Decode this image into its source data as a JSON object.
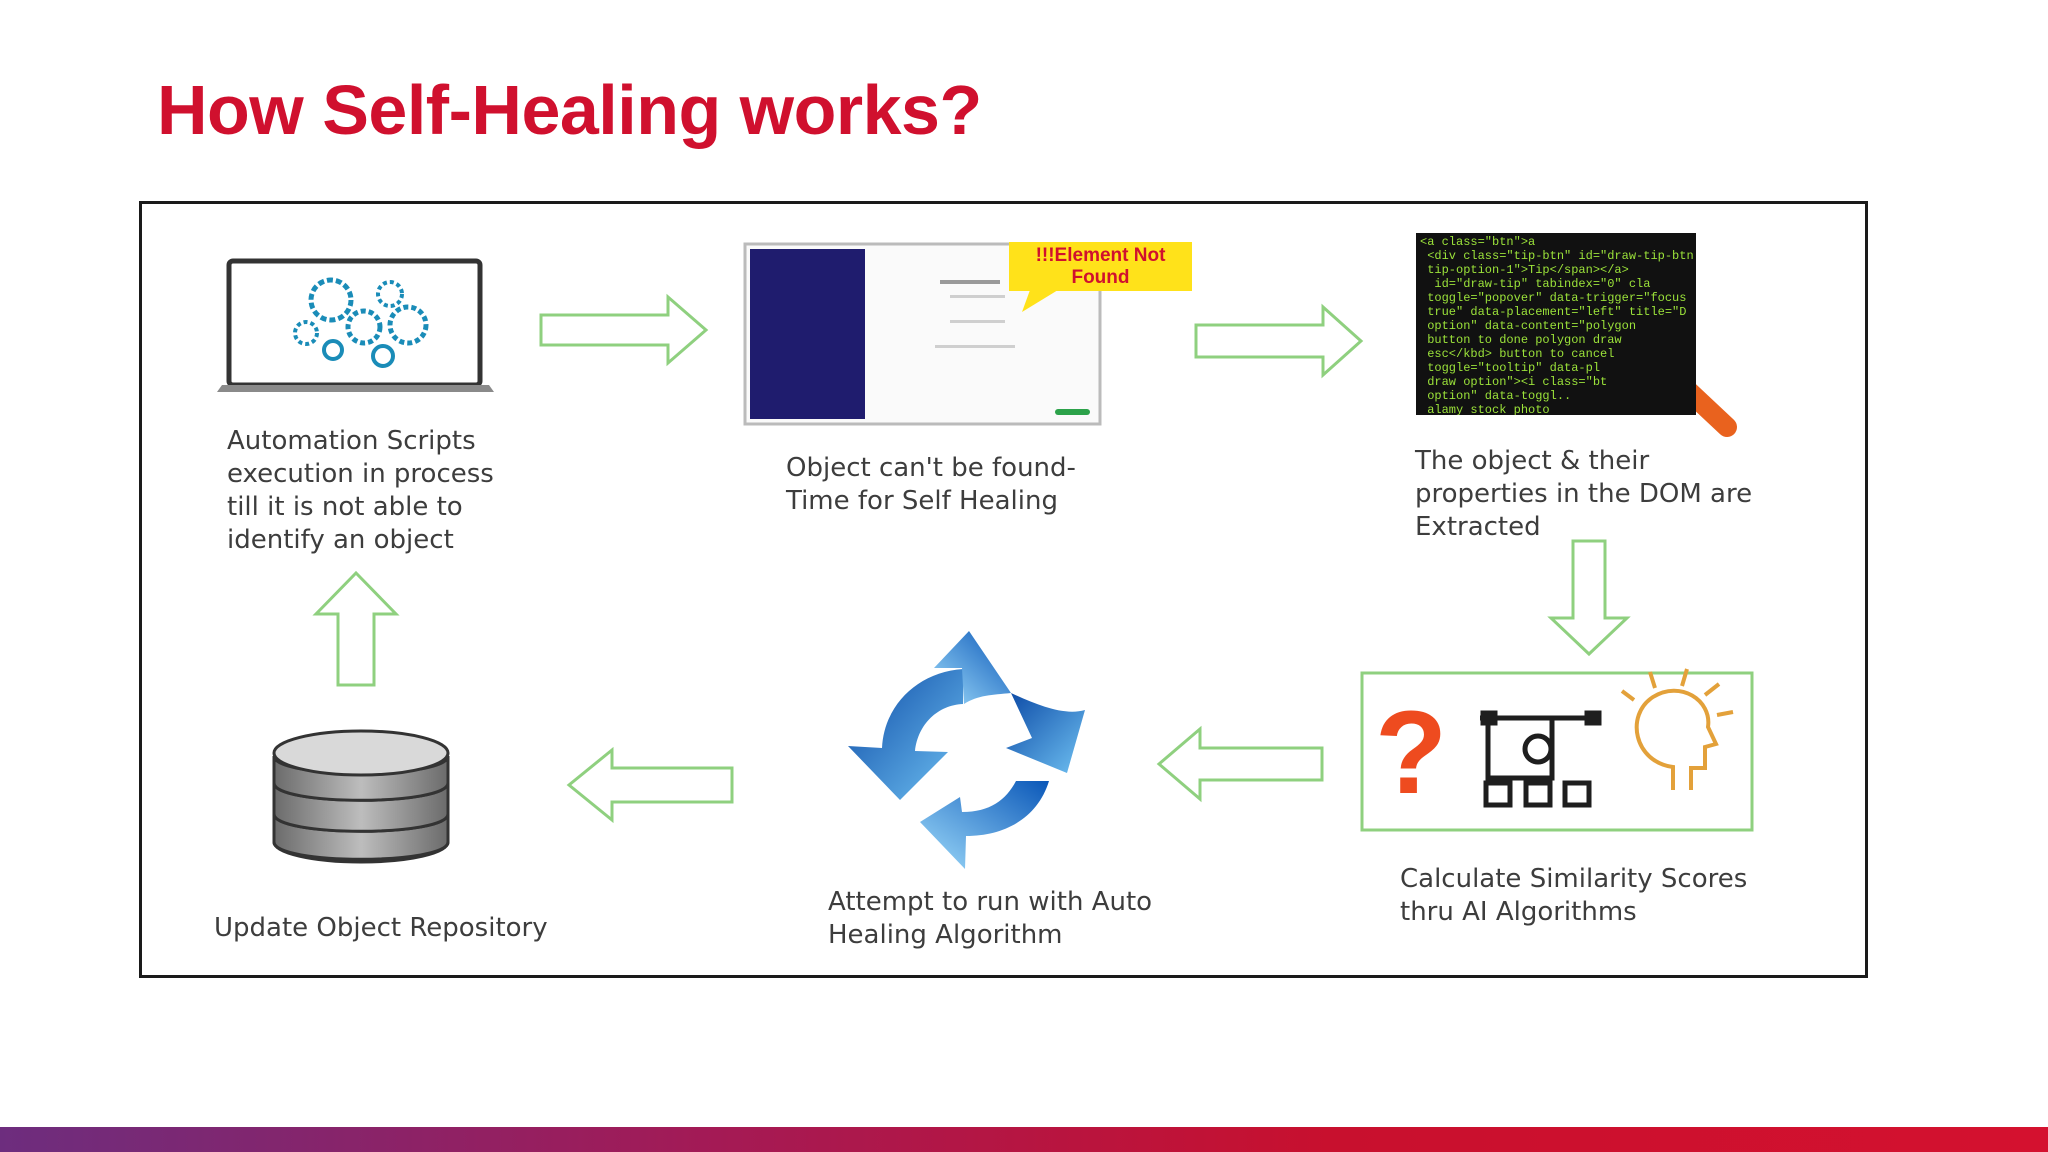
{
  "title": "How Self-Healing works?",
  "steps": {
    "execution": "Automation Scripts\nexecution in process\ntill it is not able to\nidentify an object",
    "not_found": "Object can't be found-\nTime for Self Healing",
    "alert": "!!!Element Not\nFound",
    "extract": "The object & their\nproperties in the DOM are\nExtracted",
    "similarity": "Calculate Similarity Scores\nthru AI Algorithms",
    "auto_heal": "Attempt to run with Auto\nHealing Algorithm",
    "update_repo": "Update Object Repository"
  },
  "code_snippet": "<a class=\"btn\">a\n <div class=\"tip-btn\" id=\"draw-tip-btn\n tip-option-1\">Tip</span></a>\n  id=\"draw-tip\" tabindex=\"0\" cla\n toggle=\"popover\" data-trigger=\"focus\n true\" data-placement=\"left\" title=\"D\n option\" data-content=\"polygon\n button to done polygon draw\n esc</kbd> button to cancel\n toggle=\"tooltip\" data-pl\n draw option\"><i class=\"bt\n option\" data-toggl..\n alamy stock photo",
  "colors": {
    "title": "#d0102e",
    "arrow_stroke": "#8fd07f",
    "frame": "#1a1a1a",
    "caption": "#3d3d3d"
  }
}
